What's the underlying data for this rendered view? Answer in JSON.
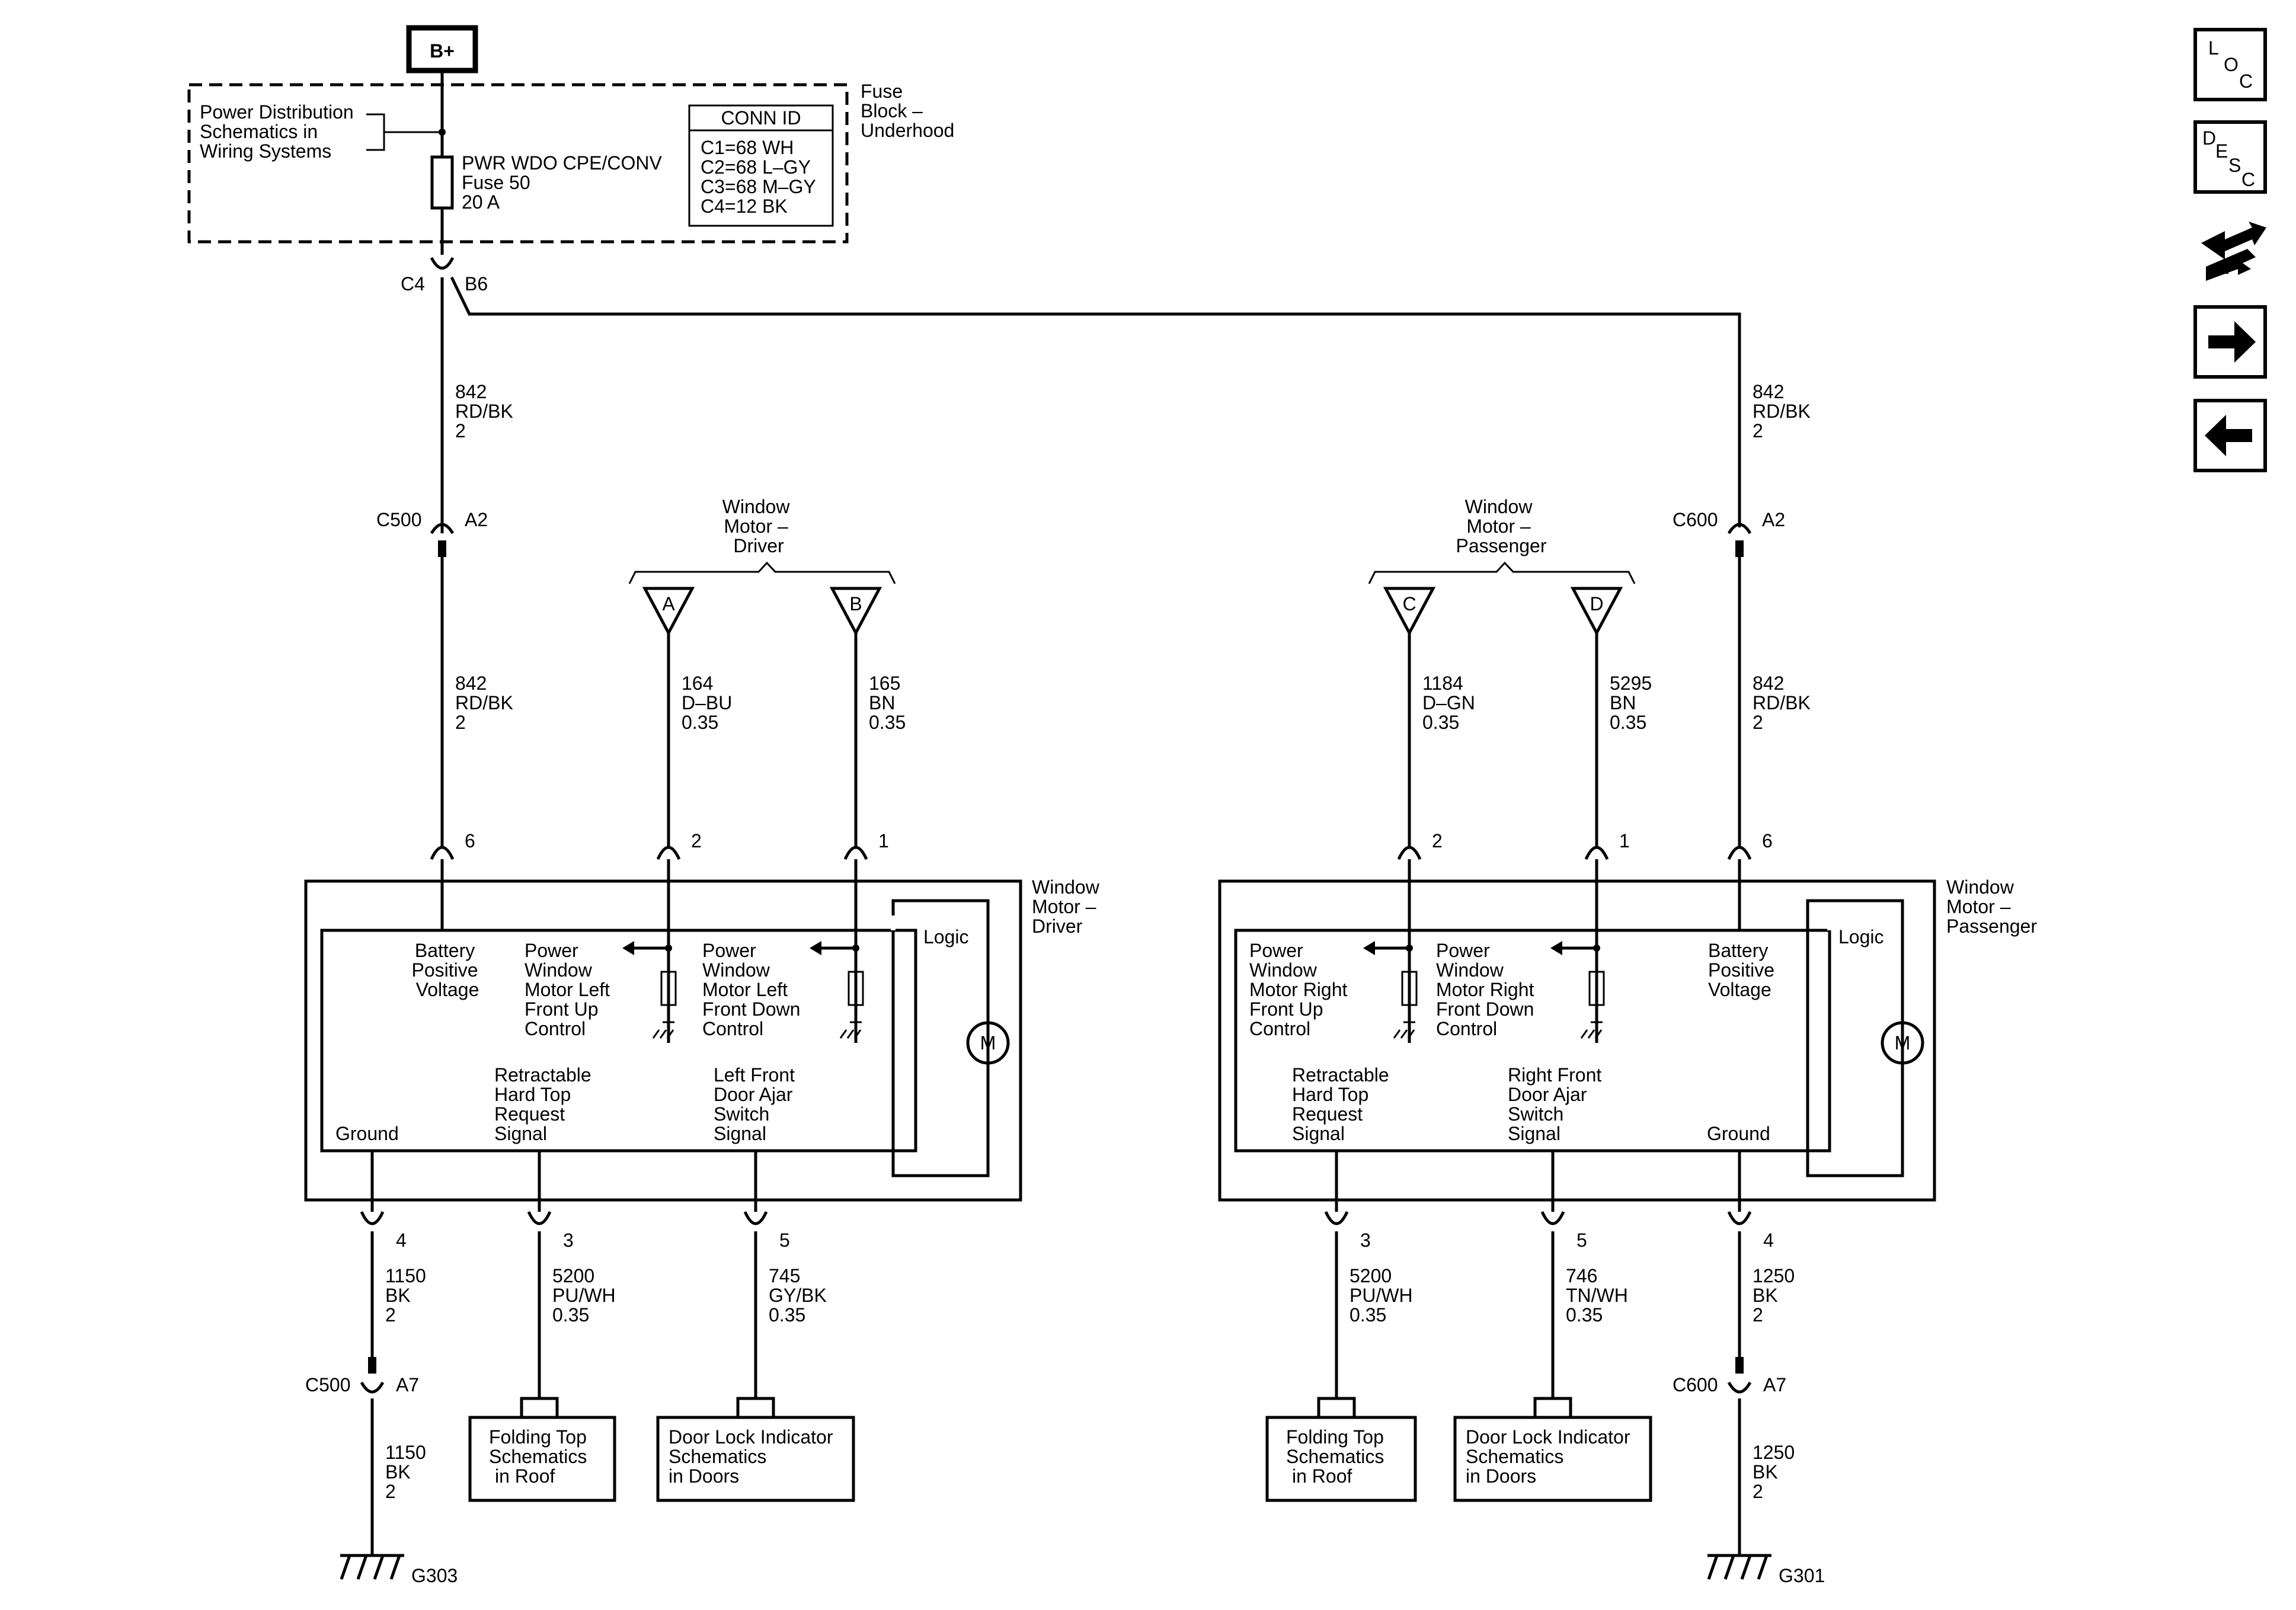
{
  "power": {
    "b_plus": "B+",
    "distribution_ref": [
      "Power Distribution",
      "Schematics in",
      "Wiring Systems"
    ],
    "fuse_label": [
      "PWR WDO CPE/CONV",
      "Fuse 50",
      "20 A"
    ],
    "fuse_block": [
      "Fuse",
      "Block –",
      "Underhood"
    ],
    "conn_id": {
      "title": "CONN ID",
      "rows": [
        "C1=68 WH",
        "C2=68 L–GY",
        "C3=68 M–GY",
        "C4=12 BK"
      ]
    },
    "conn_c4": "C4",
    "pin_b6": "B6"
  },
  "driver": {
    "feed_wire_top": [
      "842",
      "RD/BK",
      "2"
    ],
    "c500_a2": {
      "conn": "C500",
      "pin": "A2"
    },
    "feed_wire_bottom": [
      "842",
      "RD/BK",
      "2"
    ],
    "motor_ref": [
      "Window",
      "Motor –",
      "Driver"
    ],
    "connector_a": "A",
    "connector_b": "B",
    "wire_a": [
      "164",
      "D–BU",
      "0.35"
    ],
    "wire_b": [
      "165",
      "BN",
      "0.35"
    ],
    "pin_6": "6",
    "pin_2": "2",
    "pin_1": "1",
    "module_name": [
      "Window",
      "Motor –",
      "Driver"
    ],
    "logic": "Logic",
    "motor_symbol": "M",
    "battery_label": [
      "Battery",
      "Positive",
      "Voltage"
    ],
    "up_label": [
      "Power",
      "Window",
      "Motor Left",
      "Front Up",
      "Control"
    ],
    "down_label": [
      "Power",
      "Window",
      "Motor Left",
      "Front Down",
      "Control"
    ],
    "hardtop_label": [
      "Retractable",
      "Hard Top",
      "Request",
      "Signal"
    ],
    "door_ajar_label": [
      "Left Front",
      "Door Ajar",
      "Switch",
      "Signal"
    ],
    "ground_label": "Ground",
    "pin_4": "4",
    "pin_3": "3",
    "pin_5": "5",
    "ground_wire_top": [
      "1150",
      "BK",
      "2"
    ],
    "hardtop_wire": [
      "5200",
      "PU/WH",
      "0.35"
    ],
    "door_wire": [
      "745",
      "GY/BK",
      "0.35"
    ],
    "c500_a7": {
      "conn": "C500",
      "pin": "A7"
    },
    "ground_wire_bottom": [
      "1150",
      "BK",
      "2"
    ],
    "ground_id": "G303",
    "folding_ref": [
      "Folding Top",
      "Schematics",
      "in Roof"
    ],
    "door_lock_ref": [
      "Door Lock Indicator",
      "Schematics",
      "in Doors"
    ]
  },
  "passenger": {
    "feed_wire_top": [
      "842",
      "RD/BK",
      "2"
    ],
    "c600_a2": {
      "conn": "C600",
      "pin": "A2"
    },
    "feed_wire_bottom": [
      "842",
      "RD/BK",
      "2"
    ],
    "motor_ref": [
      "Window",
      "Motor –",
      "Passenger"
    ],
    "connector_c": "C",
    "connector_d": "D",
    "wire_c": [
      "1184",
      "D–GN",
      "0.35"
    ],
    "wire_d": [
      "5295",
      "BN",
      "0.35"
    ],
    "pin_2": "2",
    "pin_1": "1",
    "pin_6": "6",
    "module_name": [
      "Window",
      "Motor –",
      "Passenger"
    ],
    "logic": "Logic",
    "motor_symbol": "M",
    "up_label": [
      "Power",
      "Window",
      "Motor Right",
      "Front Up",
      "Control"
    ],
    "down_label": [
      "Power",
      "Window",
      "Motor Right",
      "Front Down",
      "Control"
    ],
    "battery_label": [
      "Battery",
      "Positive",
      "Voltage"
    ],
    "hardtop_label": [
      "Retractable",
      "Hard Top",
      "Request",
      "Signal"
    ],
    "door_ajar_label": [
      "Right Front",
      "Door Ajar",
      "Switch",
      "Signal"
    ],
    "ground_label": "Ground",
    "pin_3": "3",
    "pin_5": "5",
    "pin_4": "4",
    "hardtop_wire": [
      "5200",
      "PU/WH",
      "0.35"
    ],
    "door_wire": [
      "746",
      "TN/WH",
      "0.35"
    ],
    "ground_wire_top": [
      "1250",
      "BK",
      "2"
    ],
    "c600_a7": {
      "conn": "C600",
      "pin": "A7"
    },
    "ground_wire_bottom": [
      "1250",
      "BK",
      "2"
    ],
    "ground_id": "G301",
    "folding_ref": [
      "Folding Top",
      "Schematics",
      "in Roof"
    ],
    "door_lock_ref": [
      "Door Lock Indicator",
      "Schematics",
      "in Doors"
    ]
  },
  "nav": {
    "loc": [
      "L",
      "O",
      "C"
    ],
    "desc": [
      "D",
      "E",
      "S",
      "C"
    ],
    "tools_icon": "harness-connector-icon",
    "next_icon": "arrow-right-icon",
    "prev_icon": "arrow-left-icon"
  }
}
